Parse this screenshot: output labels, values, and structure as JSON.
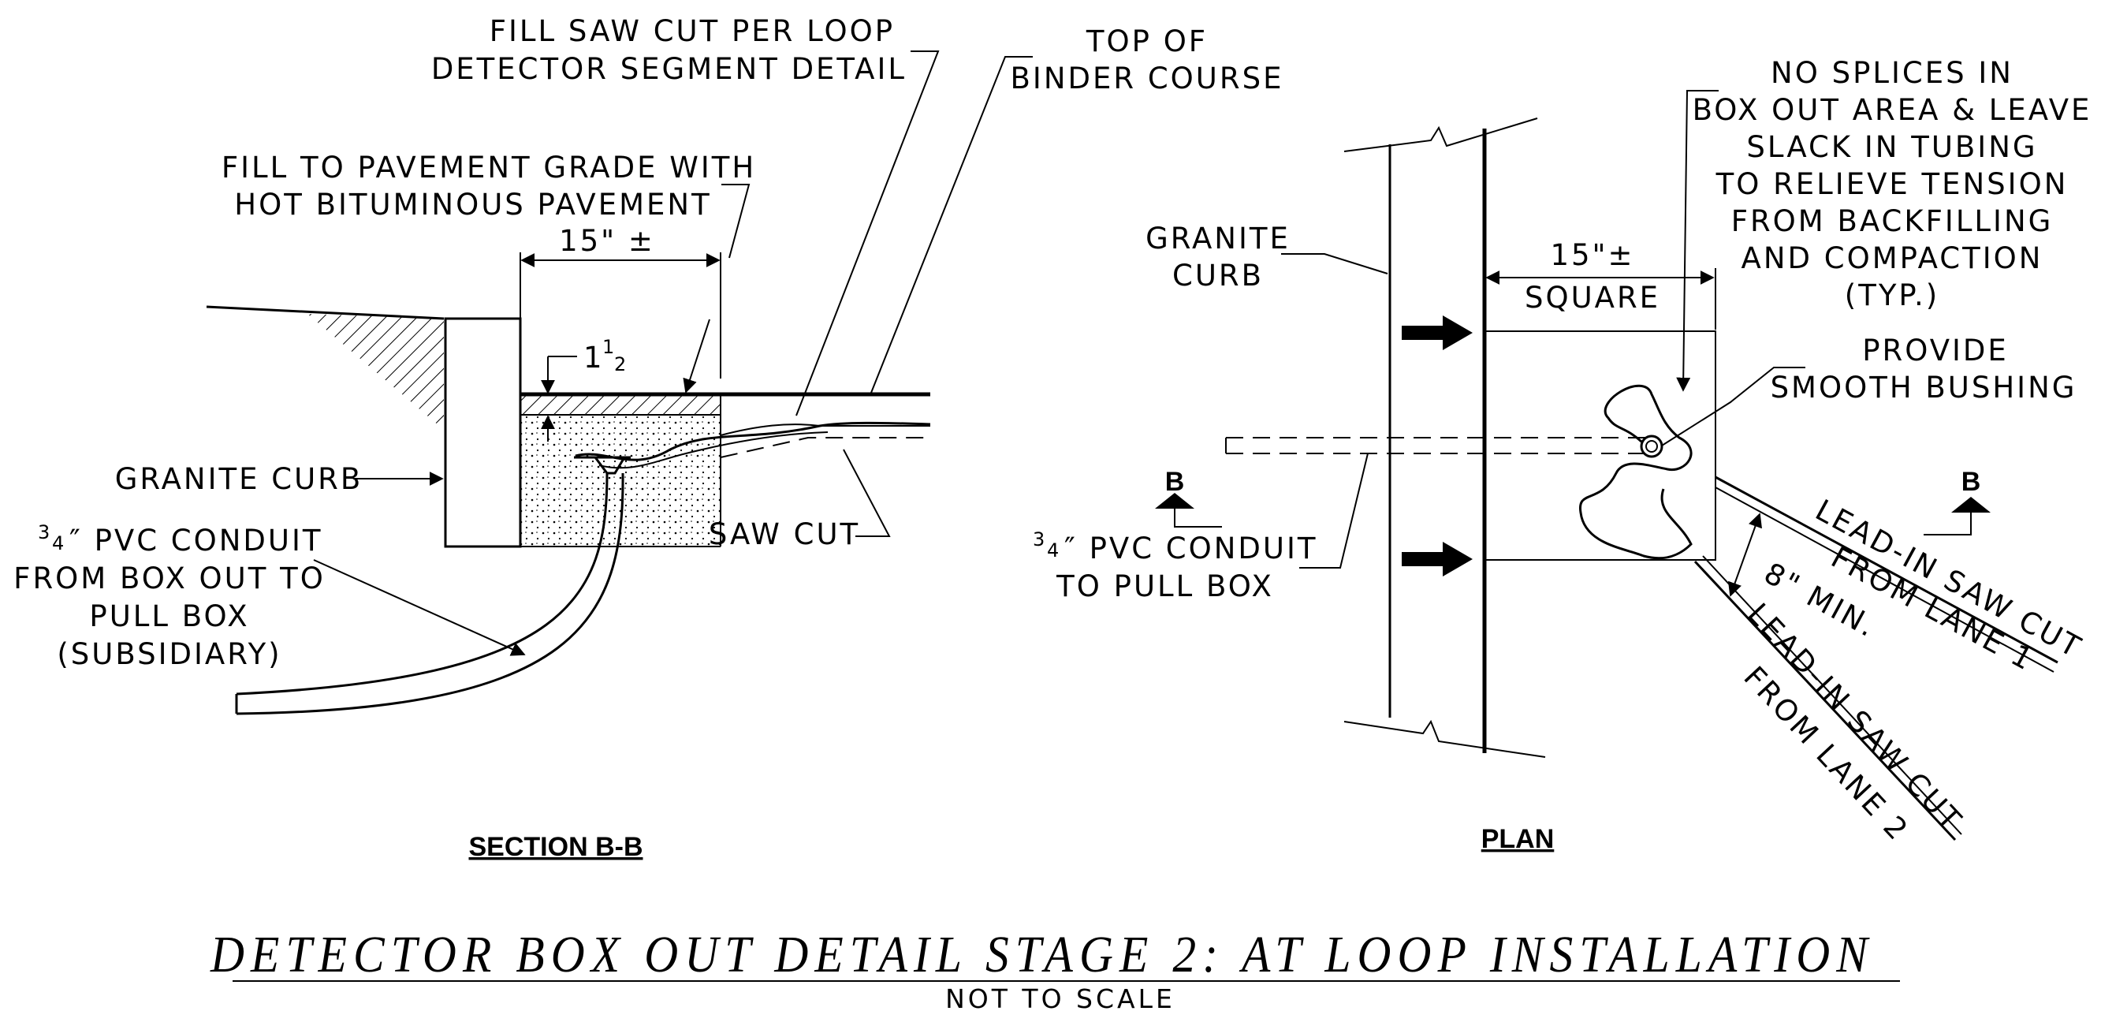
{
  "title": "DETECTOR BOX OUT DETAIL STAGE 2: AT LOOP INSTALLATION",
  "subtitle": "NOT TO SCALE",
  "section": {
    "heading": "SECTION B-B",
    "fill_saw_cut": [
      "FILL SAW CUT PER LOOP",
      "DETECTOR SEGMENT DETAIL"
    ],
    "top_of_binder": [
      "TOP OF",
      "BINDER COURSE"
    ],
    "fill_pavement": [
      "FILL TO PAVEMENT GRADE WITH",
      "HOT BITUMINOUS PAVEMENT"
    ],
    "dimension": "15\" ±",
    "depth": "1",
    "depth_num": "1",
    "depth_den": "2",
    "granite_curb": "GRANITE CURB",
    "conduit": [
      "3/4\" PVC CONDUIT",
      "FROM BOX OUT TO",
      "PULL BOX",
      "(SUBSIDIARY)"
    ],
    "conduit_num": "3",
    "conduit_den": "4",
    "saw_cut": "SAW CUT"
  },
  "plan": {
    "heading": "PLAN",
    "granite_curb": [
      "GRANITE",
      "CURB"
    ],
    "dimension": [
      "15\"±",
      "SQUARE"
    ],
    "note": [
      "NO SPLICES IN",
      "BOX OUT AREA & LEAVE",
      "SLACK IN TUBING",
      "TO RELIEVE TENSION",
      "FROM BACKFILLING",
      "AND COMPACTION",
      "(TYP.)"
    ],
    "bushing": [
      "PROVIDE",
      "SMOOTH BUSHING"
    ],
    "conduit": [
      "3/4\" PVC CONDUIT",
      "TO PULL BOX"
    ],
    "section_marker": "B",
    "lead_in_1": [
      "LEAD-IN SAW CUT",
      "FROM LANE 1"
    ],
    "lead_in_2": [
      "LEAD-IN SAW CUT",
      "FROM LANE 2"
    ],
    "spacing": "8\" MIN."
  }
}
